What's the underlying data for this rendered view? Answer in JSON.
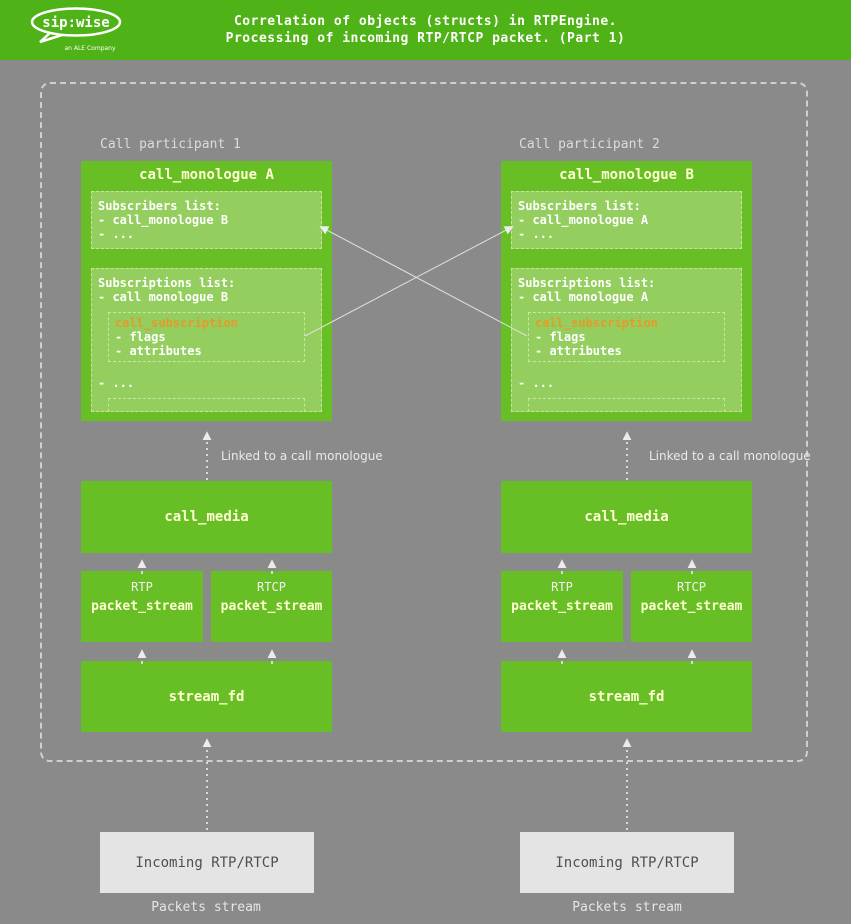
{
  "header": {
    "logo_brand": "sip:wise",
    "logo_tagline": "an ALE Company",
    "title_line1": "Correlation of objects (structs) in RTPEngine.",
    "title_line2": "Processing of incoming RTP/RTCP packet. (Part 1)"
  },
  "colors": {
    "header_green": "#4fb216",
    "box_green": "#68bf25",
    "sub_box_green": "#93ce5f",
    "subscription_orange": "#e59b2a",
    "background_gray": "#8a8a8a"
  },
  "participants": [
    {
      "label": "Call participant 1",
      "monologue_title": "call_monologue A",
      "subscribers_title": "Subscribers list:",
      "subscribers_item1": "- call_monologue B",
      "subscribers_item2": "- ...",
      "subscriptions_title": "Subscriptions list:",
      "subscriptions_item": "- call monologue B",
      "subscription_title": "call_subscription",
      "subscription_flags": "- flags",
      "subscription_attributes": "- attributes",
      "subscriptions_more": "- ...",
      "linked_label": "Linked to a call monologue",
      "call_media": "call_media",
      "rtp_label": "RTP",
      "rtcp_label": "RTCP",
      "packet_stream": "packet_stream",
      "stream_fd": "stream_fd",
      "incoming": "Incoming RTP/RTCP",
      "packets_stream": "Packets stream"
    },
    {
      "label": "Call participant 2",
      "monologue_title": "call_monologue B",
      "subscribers_title": "Subscribers list:",
      "subscribers_item1": "- call_monologue A",
      "subscribers_item2": "- ...",
      "subscriptions_title": "Subscriptions list:",
      "subscriptions_item": "- call monologue A",
      "subscription_title": "call_subscription",
      "subscription_flags": "- flags",
      "subscription_attributes": "- attributes",
      "subscriptions_more": "- ...",
      "linked_label": "Linked to a call monologue",
      "call_media": "call_media",
      "rtp_label": "RTP",
      "rtcp_label": "RTCP",
      "packet_stream": "packet_stream",
      "stream_fd": "stream_fd",
      "incoming": "Incoming RTP/RTCP",
      "packets_stream": "Packets stream"
    }
  ]
}
